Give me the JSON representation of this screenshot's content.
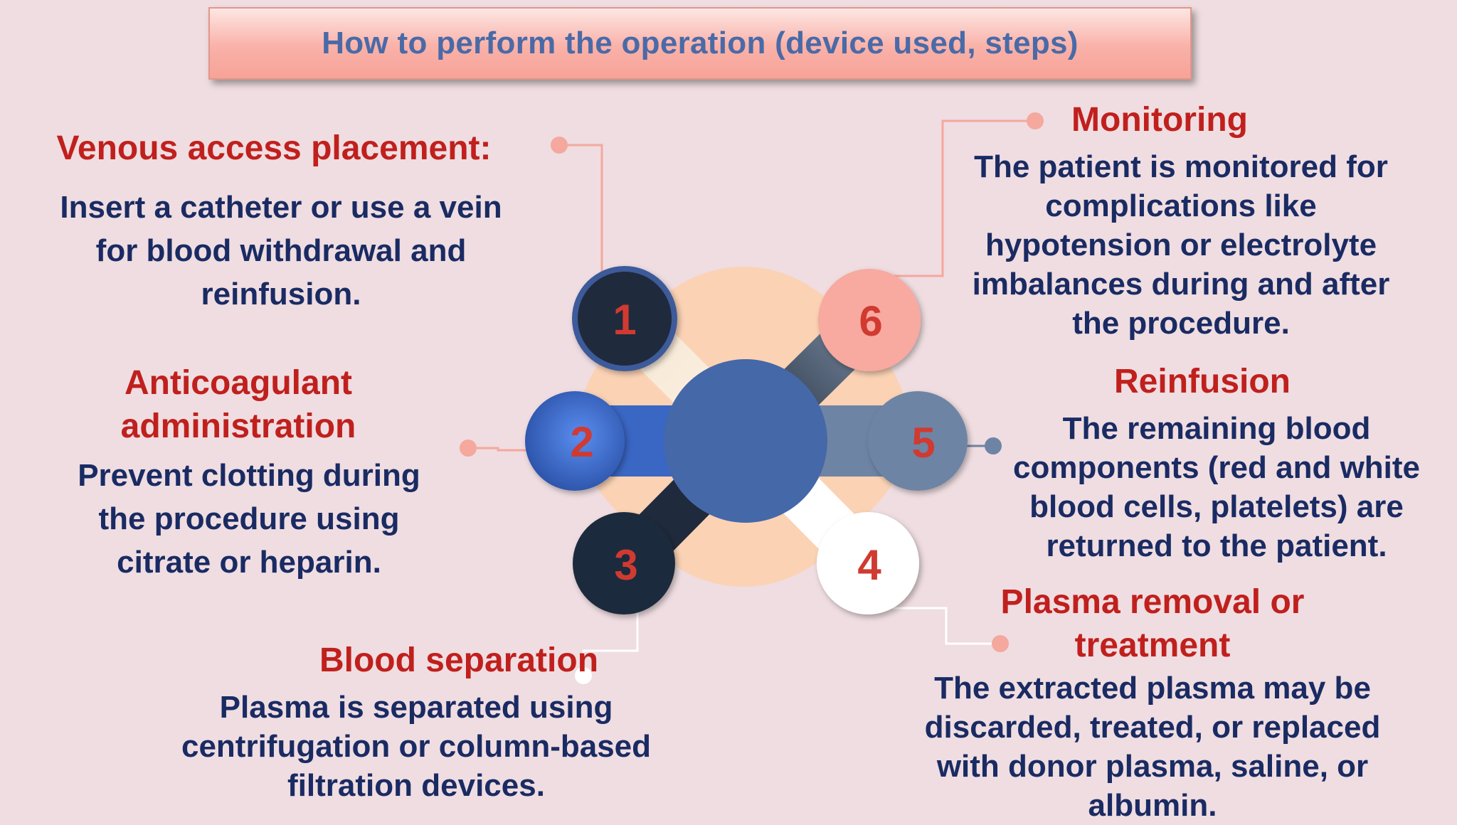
{
  "title": "How to perform the operation (device used, steps)",
  "steps": [
    {
      "number": "1",
      "heading": "Venous access placement:",
      "lines": [
        "Insert a catheter or use a vein",
        "for blood withdrawal and",
        "reinfusion."
      ]
    },
    {
      "number": "2",
      "heading_lines": [
        "Anticoagulant",
        "administration"
      ],
      "lines": [
        "Prevent clotting during",
        "the procedure using",
        "citrate or heparin."
      ]
    },
    {
      "number": "3",
      "heading": "Blood separation",
      "lines": [
        "Plasma is separated using",
        "centrifugation or column-based",
        "filtration devices."
      ]
    },
    {
      "number": "4",
      "heading_lines": [
        "Plasma removal or",
        "treatment"
      ],
      "lines": [
        "The extracted plasma may be",
        "discarded, treated, or replaced",
        "with donor plasma, saline, or",
        "albumin."
      ]
    },
    {
      "number": "5",
      "heading": "Reinfusion",
      "lines": [
        "The remaining blood",
        "components (red and white",
        "blood cells, platelets) are",
        "returned to the patient."
      ]
    },
    {
      "number": "6",
      "heading": "Monitoring",
      "lines": [
        "The patient is monitored for",
        "complications like",
        "hypotension or electrolyte",
        "imbalances during and after",
        "the procedure."
      ]
    }
  ],
  "colors": {
    "background": "#efdde1",
    "heading": "#c0201d",
    "body": "#1a2b63",
    "title": "#4a6aa7",
    "hub": "#4568a8",
    "petal": "#fbd2b4",
    "node1": "#1f2a3c",
    "node2": "#3a66c4",
    "node3": "#1f2a3c",
    "node4": "#ffffff",
    "node5": "#6e84a4",
    "node6": "#f8a9a0",
    "number": "#d03a30"
  }
}
